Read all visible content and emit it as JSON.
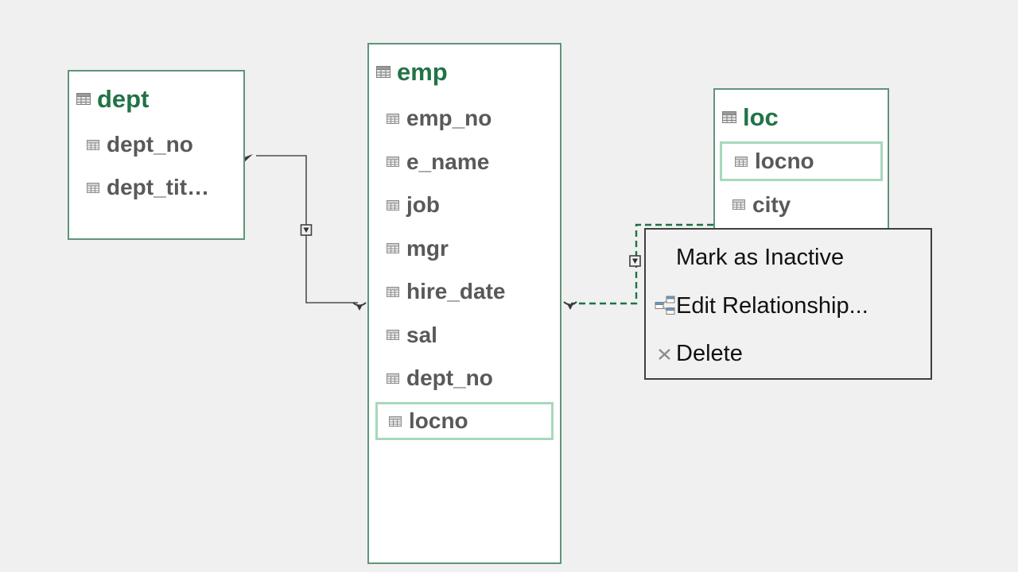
{
  "app": {
    "view": "diagram-view",
    "background_color": "#f0f0f0",
    "title_green": "#217346",
    "table_border_green": "#5f9579",
    "highlight_green": "#a7d9b9",
    "field_text_gray": "#595959",
    "dashed_line_green": "#1e7145",
    "solid_line_gray": "#4d4d4d"
  },
  "tables": {
    "dept": {
      "title": "dept",
      "fields": [
        "dept_no",
        "dept_tit…"
      ]
    },
    "emp": {
      "title": "emp",
      "fields": [
        "emp_no",
        "e_name",
        "job",
        "mgr",
        "hire_date",
        "sal",
        "dept_no",
        "locno"
      ]
    },
    "loc": {
      "title": "loc",
      "fields": [
        "locno",
        "city"
      ]
    }
  },
  "relationships": [
    {
      "from": "dept",
      "to": "emp",
      "style": "solid",
      "state": "active"
    },
    {
      "from": "loc",
      "to": "emp",
      "style": "dashed",
      "state": "selected",
      "key_fields": [
        "locno",
        "locno"
      ]
    }
  ],
  "context_menu": {
    "items": [
      {
        "label": "Mark as Inactive",
        "icon": "none"
      },
      {
        "label": "Edit Relationship...",
        "icon": "relationship-icon"
      },
      {
        "label": "Delete",
        "icon": "delete-icon"
      }
    ]
  }
}
